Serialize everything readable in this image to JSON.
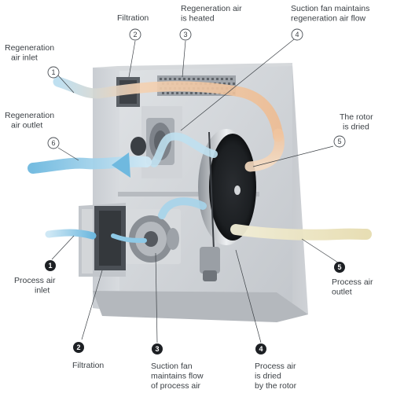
{
  "regeneration_callouts": [
    {
      "number": "1",
      "lines": [
        "Regeneration",
        "air inlet"
      ]
    },
    {
      "number": "2",
      "lines": [
        "Filtration"
      ]
    },
    {
      "number": "3",
      "lines": [
        "Regeneration air",
        "is heated"
      ]
    },
    {
      "number": "4",
      "lines": [
        "Suction fan maintains",
        "regeneration air flow"
      ]
    },
    {
      "number": "5",
      "lines": [
        "The rotor",
        "is dried"
      ]
    },
    {
      "number": "6",
      "lines": [
        "Regeneration",
        "air outlet"
      ]
    }
  ],
  "process_callouts": [
    {
      "number": "1",
      "lines": [
        "Process air",
        "inlet"
      ]
    },
    {
      "number": "2",
      "lines": [
        "Filtration"
      ]
    },
    {
      "number": "3",
      "lines": [
        "Suction fan",
        "maintains flow",
        "of process air"
      ]
    },
    {
      "number": "4",
      "lines": [
        "Process air",
        "is dried",
        "by the rotor"
      ]
    },
    {
      "number": "5",
      "lines": [
        "Process air",
        "outlet"
      ]
    }
  ],
  "colors": {
    "regeneration_air": "#f2c9a8",
    "process_air": "#8ec9e6",
    "process_air_outlet": "#ece3bf",
    "housing": "#c5c9ce"
  }
}
